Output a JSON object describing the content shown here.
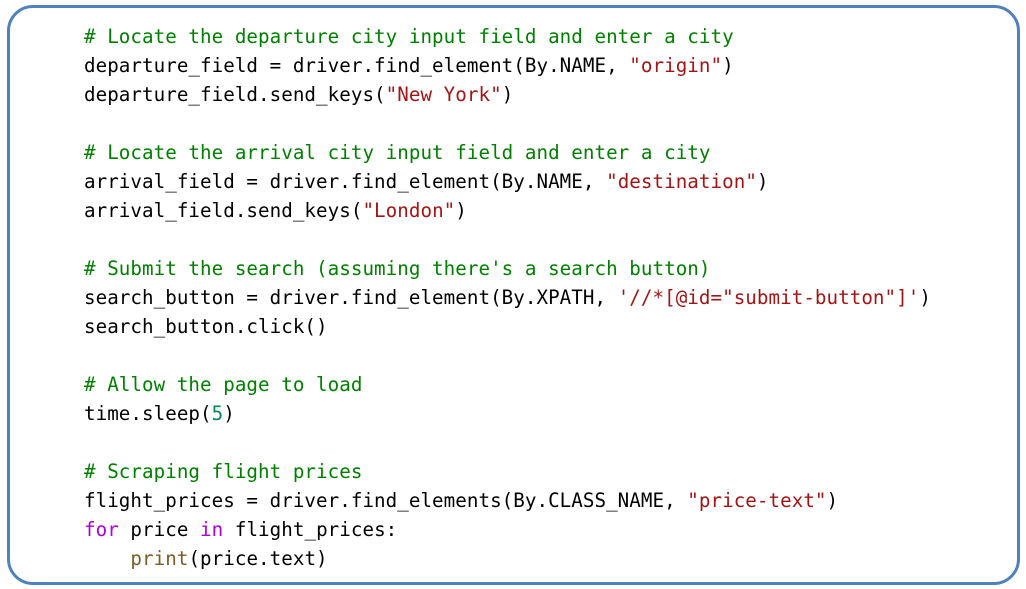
{
  "code": {
    "language": "python",
    "lines": [
      [
        {
          "t": "cm",
          "v": "# Locate the departure city input field and enter a city"
        }
      ],
      [
        {
          "t": "",
          "v": "departure_field = driver.find_element(By.NAME, "
        },
        {
          "t": "st",
          "v": "\"origin\""
        },
        {
          "t": "",
          "v": ")"
        }
      ],
      [
        {
          "t": "",
          "v": "departure_field.send_keys("
        },
        {
          "t": "st",
          "v": "\"New York\""
        },
        {
          "t": "",
          "v": ")"
        }
      ],
      [],
      [
        {
          "t": "cm",
          "v": "# Locate the arrival city input field and enter a city"
        }
      ],
      [
        {
          "t": "",
          "v": "arrival_field = driver.find_element(By.NAME, "
        },
        {
          "t": "st",
          "v": "\"destination\""
        },
        {
          "t": "",
          "v": ")"
        }
      ],
      [
        {
          "t": "",
          "v": "arrival_field.send_keys("
        },
        {
          "t": "st",
          "v": "\"London\""
        },
        {
          "t": "",
          "v": ")"
        }
      ],
      [],
      [
        {
          "t": "cm",
          "v": "# Submit the search (assuming there's a search button)"
        }
      ],
      [
        {
          "t": "",
          "v": "search_button = driver.find_element(By.XPATH, "
        },
        {
          "t": "st",
          "v": "'//*[@id=\"submit-button\"]'"
        },
        {
          "t": "",
          "v": ")"
        }
      ],
      [
        {
          "t": "",
          "v": "search_button.click()"
        }
      ],
      [],
      [
        {
          "t": "cm",
          "v": "# Allow the page to load"
        }
      ],
      [
        {
          "t": "",
          "v": "time.sleep("
        },
        {
          "t": "nu",
          "v": "5"
        },
        {
          "t": "",
          "v": ")"
        }
      ],
      [],
      [
        {
          "t": "cm",
          "v": "# Scraping flight prices"
        }
      ],
      [
        {
          "t": "",
          "v": "flight_prices = driver.find_elements(By.CLASS_NAME, "
        },
        {
          "t": "st",
          "v": "\"price-text\""
        },
        {
          "t": "",
          "v": ")"
        }
      ],
      [
        {
          "t": "kw",
          "v": "for"
        },
        {
          "t": "",
          "v": " price "
        },
        {
          "t": "kw",
          "v": "in"
        },
        {
          "t": "",
          "v": " flight_prices:"
        }
      ],
      [
        {
          "t": "",
          "v": "    "
        },
        {
          "t": "fn",
          "v": "print"
        },
        {
          "t": "",
          "v": "(price.text)"
        }
      ]
    ]
  },
  "colors": {
    "border": "#4f81bd",
    "comment": "#008000",
    "string": "#a31515",
    "number": "#098658",
    "keyword": "#af00db",
    "builtin": "#795e26"
  }
}
